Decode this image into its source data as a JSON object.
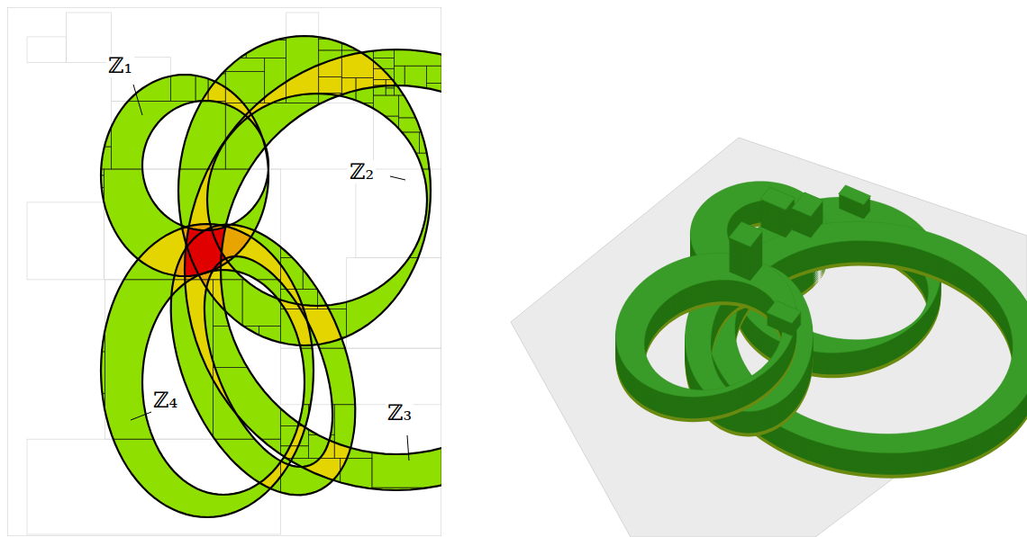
{
  "diagram": {
    "labels": [
      "ℤ₁",
      "ℤ₂",
      "ℤ₄",
      "ℤ₃"
    ]
  }
}
